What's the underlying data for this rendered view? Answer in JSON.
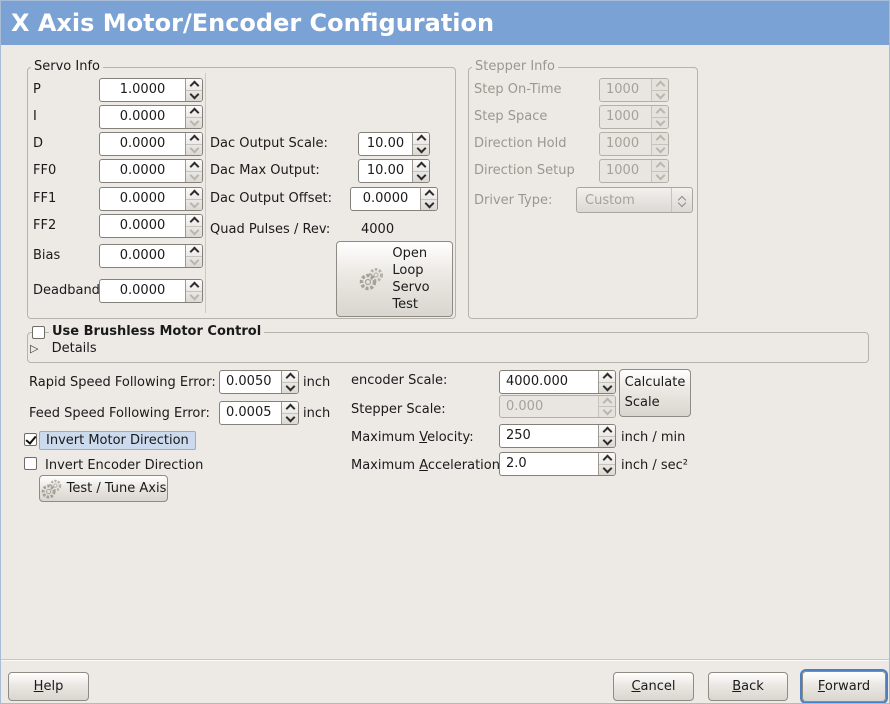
{
  "title": "X Axis Motor/Encoder Configuration",
  "colors": {
    "titlebar_bg": "#7aa2d4",
    "titlebar_text": "#ffffff",
    "window_bg": "#edeae6",
    "window_border": "#a9bcd6",
    "focus_label_bg": "#ccdaee",
    "focus_label_border": "#8fafd4",
    "focus_ring": "#4d7fc0",
    "disabled_text": "#9b978f"
  },
  "servo": {
    "legend": "Servo Info",
    "rows": [
      {
        "label": "P",
        "value": "1.0000"
      },
      {
        "label": "I",
        "value": "0.0000"
      },
      {
        "label": "D",
        "value": "0.0000"
      },
      {
        "label": "FF0",
        "value": "0.0000"
      },
      {
        "label": "FF1",
        "value": "0.0000"
      },
      {
        "label": "FF2",
        "value": "0.0000"
      },
      {
        "label": "Bias",
        "value": "0.0000"
      },
      {
        "label": "Deadband",
        "value": "0.0000"
      }
    ],
    "dac": [
      {
        "label": "Dac Output Scale:",
        "value": "10.00"
      },
      {
        "label": "Dac Max Output:",
        "value": "10.00"
      },
      {
        "label": "Dac Output Offset:",
        "value": "0.0000"
      }
    ],
    "quad_label": "Quad Pulses / Rev:",
    "quad_value": "4000",
    "open_loop_button": "Open\nLoop\nServo\nTest"
  },
  "stepper": {
    "legend": "Stepper Info",
    "rows": [
      {
        "label": "Step On-Time",
        "value": "1000"
      },
      {
        "label": "Step Space",
        "value": "1000"
      },
      {
        "label": "Direction Hold",
        "value": "1000"
      },
      {
        "label": "Direction Setup",
        "value": "1000"
      }
    ],
    "driver_label": "Driver Type:",
    "driver_value": "Custom"
  },
  "brushless": {
    "label": "Use Brushless Motor Control",
    "details": "Details"
  },
  "following": {
    "rapid_label": "Rapid Speed Following Error:",
    "rapid_value": "0.0050",
    "rapid_unit": "inch",
    "feed_label": "Feed Speed Following Error:",
    "feed_value": "0.0005",
    "feed_unit": "inch"
  },
  "scale": {
    "encoder_label": "encoder Scale:",
    "encoder_value": "4000.000",
    "calculate_button": "Calculate\nScale",
    "stepper_label": "Stepper Scale:",
    "stepper_value": "0.000",
    "velocity": {
      "pre": "Maximum ",
      "u": "V",
      "post": "elocity:",
      "value": "250",
      "unit": "inch / min"
    },
    "acceleration": {
      "pre": "Maximum ",
      "u": "A",
      "post": "cceleration:",
      "value": "2.0",
      "unit": "inch / sec²"
    }
  },
  "invert": {
    "motor_label": "Invert Motor Direction",
    "encoder_label": "Invert Encoder Direction",
    "test_button": "Test / Tune Axis"
  },
  "footer": {
    "help": {
      "u": "H",
      "rest": "elp"
    },
    "cancel": {
      "u": "C",
      "rest": "ancel"
    },
    "back": {
      "u": "B",
      "rest": "ack"
    },
    "forward": {
      "u": "F",
      "rest": "orward"
    }
  }
}
